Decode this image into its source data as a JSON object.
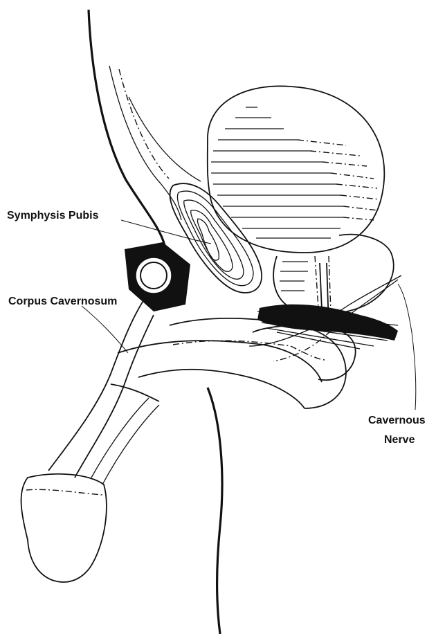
{
  "labels": {
    "symphysis_pubis": "Symphysis Pubis",
    "corpus_cavernosum": "Corpus Cavernosum",
    "cavernous_nerve_line1": "Cavernous",
    "cavernous_nerve_line2": "Nerve"
  },
  "colors": {
    "ink": "#111111",
    "paper": "#ffffff"
  }
}
